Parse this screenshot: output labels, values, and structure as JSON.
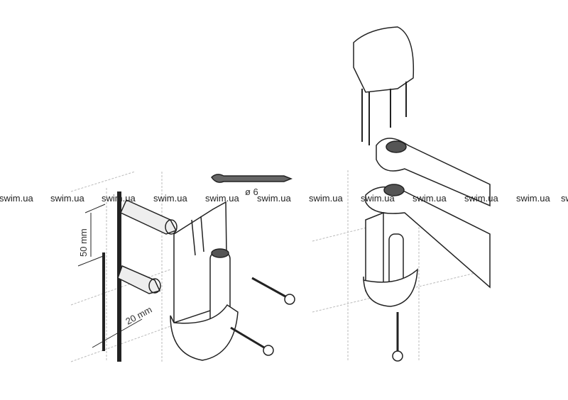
{
  "watermark": "swim.ua",
  "labels": {
    "height_dimension": "50 mm",
    "depth_dimension": "20 mm",
    "drill_diameter": "ø 6"
  },
  "colors": {
    "line": "#222222",
    "grid": "#bbbbbb"
  }
}
